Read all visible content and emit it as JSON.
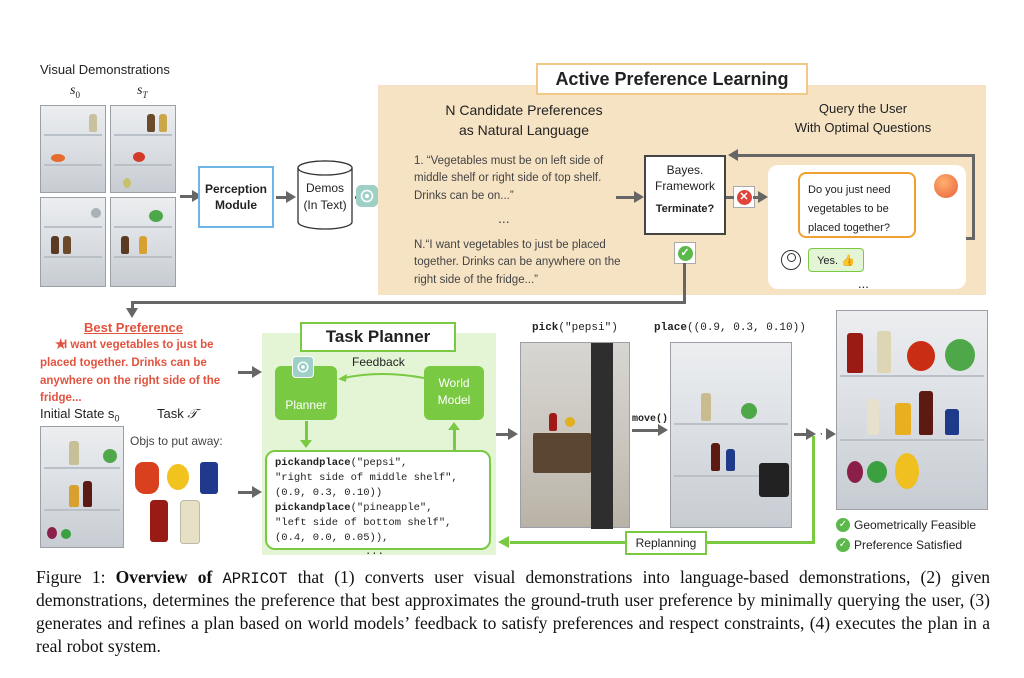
{
  "demos": {
    "title": "Visual Demonstrations",
    "s0_label": "s",
    "s0_sub": "0",
    "sT_label": "s",
    "sT_sub": "T"
  },
  "perception": {
    "label": "Perception Module"
  },
  "demos_db": {
    "line1": "Demos",
    "line2": "(In Text)"
  },
  "apl": {
    "title": "Active Preference Learning",
    "candidates_title_1": "N Candidate Preferences",
    "candidates_title_2": "as Natural Language",
    "query_title_1": "Query the User",
    "query_title_2": "With Optimal Questions",
    "pref1": "1. “Vegetables must be on left side of middle shelf or right side of top shelf. Drinks can be on...”",
    "ellipsis": "...",
    "prefN": "N.“I want vegetables to just be placed together. Drinks can be anywhere on the right side of the fridge...”",
    "bayes_1": "Bayes.",
    "bayes_2": "Framework",
    "terminate": "Terminate?",
    "question": "Do you just need vegetables to be placed together?",
    "answer": "Yes. 👍",
    "chat_ellipsis": "..."
  },
  "best": {
    "title": "Best Preference",
    "text": "I want vegetables to just be placed together. Drinks can be anywhere on the right side of the fridge..."
  },
  "initial": {
    "label": "Initial State s",
    "sub": "0",
    "task_label": "Task",
    "task_sym": "𝒯",
    "objs": "Objs to put away:"
  },
  "planner": {
    "title": "Task Planner",
    "planner": "Planner",
    "feedback": "Feedback",
    "world_1": "World",
    "world_2": "Model",
    "code_line1a": "pickandplace",
    "code_line1b": "(\"pepsi\",",
    "code_line2": "\"right side of middle shelf\",",
    "code_line3": "(0.9, 0.3, 0.10))",
    "code_line4a": "pickandplace",
    "code_line4b": "(\"pineapple\",",
    "code_line5": "\"left side of bottom shelf\",",
    "code_line6": "(0.4, 0.0, 0.05)),",
    "code_line7": "..."
  },
  "exec": {
    "pick_a": "pick",
    "pick_b": "(\"pepsi\")",
    "place_a": "place",
    "place_b": "((0.9, 0.3, 0.10))",
    "move": "move()",
    "dots": "· · ·",
    "replanning": "Replanning",
    "check1": "Geometrically Feasible",
    "check2": "Preference Satisfied"
  },
  "caption": {
    "prefix": "Figure 1: ",
    "bold": "Overview of ",
    "name": "APRICOT",
    "rest": " that (1) converts user visual demonstrations into language-based demonstrations, (2) given demonstrations, determines the preference that best approximates the ground-truth user preference by minimally querying the user, (3) generates and refines a plan based on world models’ feedback to satisfy preferences and respect constraints, (4) executes the plan in a real robot system."
  },
  "colors": {
    "apl_bg": "#f6e3c4",
    "green": "#7ac943",
    "green_bg": "#e4f5d6",
    "best_red": "#e2533f",
    "orange": "#f0a030",
    "perception_border": "#6fb6e8"
  }
}
